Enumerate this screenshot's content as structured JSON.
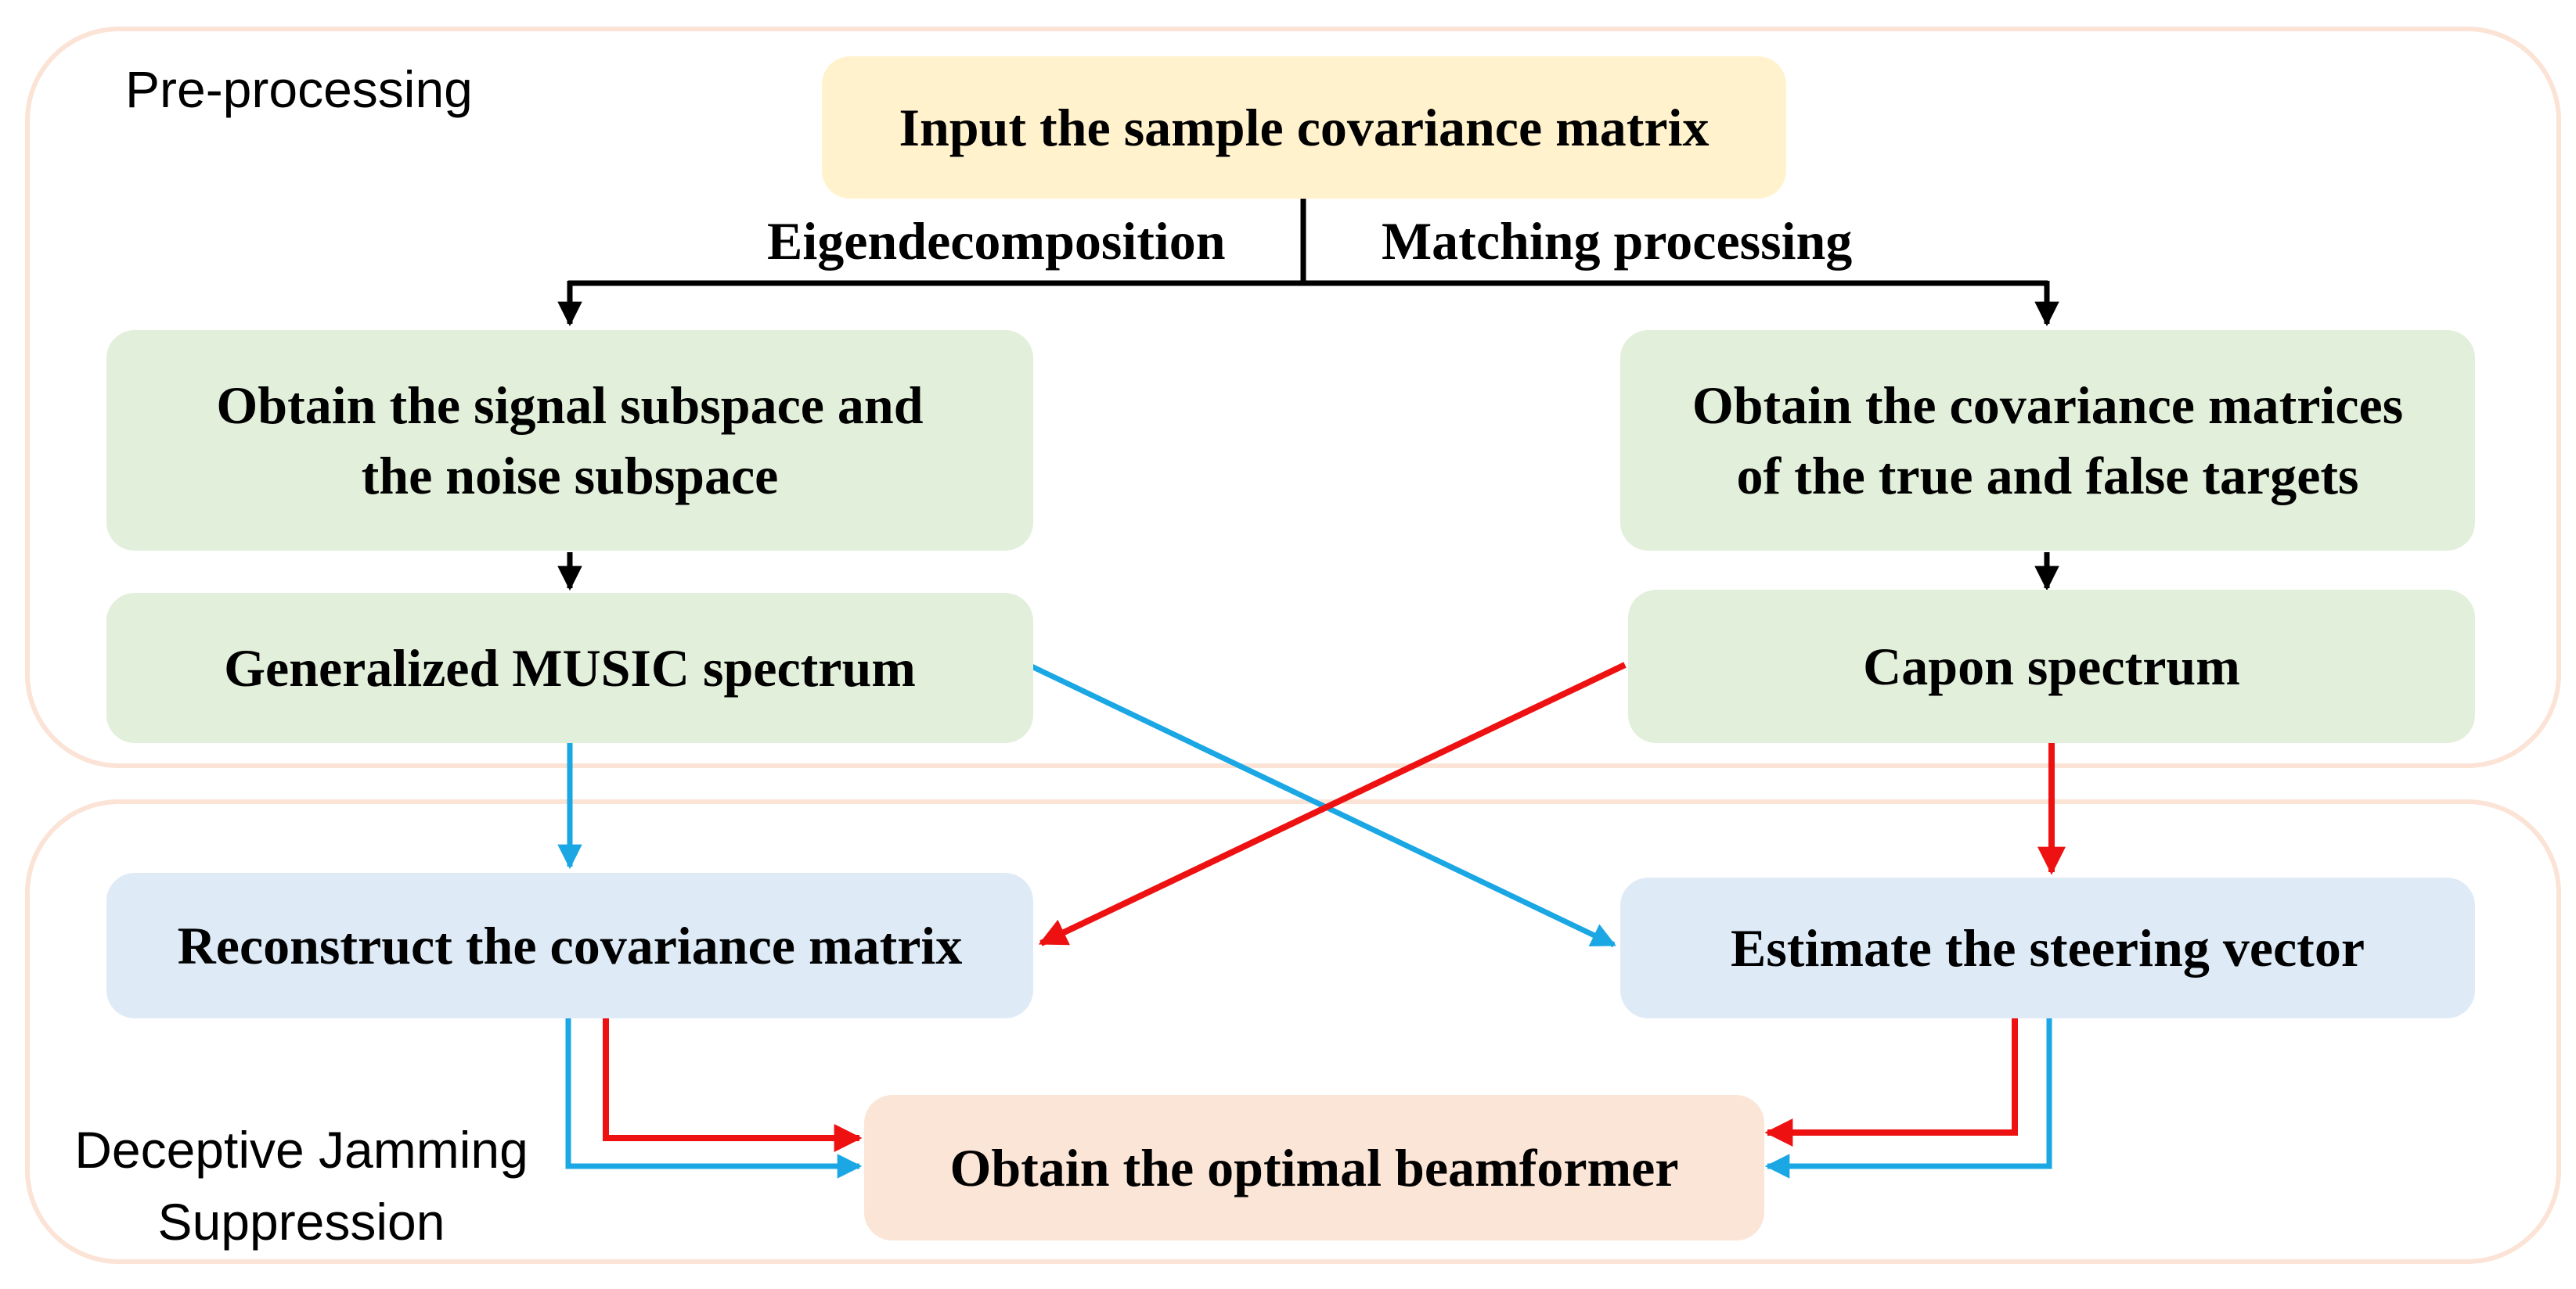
{
  "regions": {
    "preprocessing": {
      "label": "Pre-processing"
    },
    "suppression": {
      "label_line1": "Deceptive Jamming",
      "label_line2": "Suppression"
    }
  },
  "nodes": {
    "input": {
      "text": "Input the sample covariance matrix",
      "color": "#fff2cc"
    },
    "subspace": {
      "text": "Obtain the signal subspace and\nthe noise subspace",
      "color": "#e2efda"
    },
    "true_false_cov": {
      "text": "Obtain the covariance matrices\nof the true and false targets",
      "color": "#e2efda"
    },
    "music": {
      "text": "Generalized MUSIC spectrum",
      "color": "#e2efda"
    },
    "capon": {
      "text": "Capon spectrum",
      "color": "#e2efda"
    },
    "reconstruct": {
      "text": "Reconstruct the covariance matrix",
      "color": "#deebf7"
    },
    "steering": {
      "text": "Estimate the steering vector",
      "color": "#deebf7"
    },
    "beamformer": {
      "text": "Obtain the optimal beamformer",
      "color": "#fbe5d6"
    }
  },
  "edge_labels": {
    "eigen": "Eigendecomposition",
    "matching": "Matching processing"
  },
  "colors": {
    "region_border": "#fbe3d6",
    "arrow_black": "#000000",
    "arrow_blue": "#1aa7e4",
    "arrow_red": "#ee1111"
  }
}
